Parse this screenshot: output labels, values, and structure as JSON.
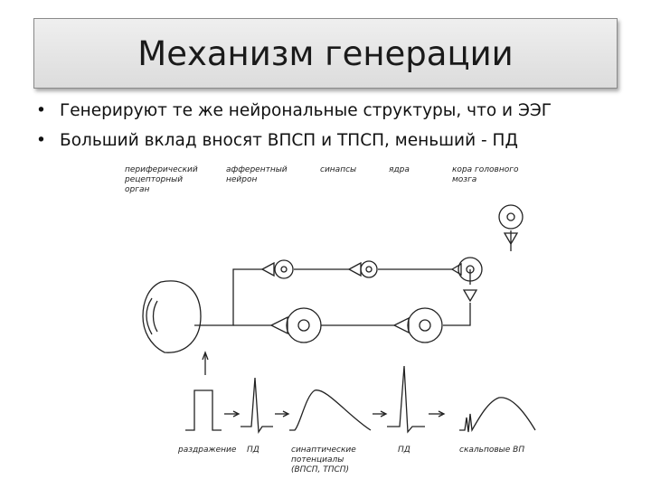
{
  "title": "Механизм генерации",
  "bullets": [
    "Генерируют те же нейрональные структуры, что и ЭЭГ",
    "Больший вклад вносят ВПСП и ТПСП, меньший - ПД"
  ],
  "diagram": {
    "top_labels": {
      "receptor": [
        "периферический",
        "рецепторный",
        "орган"
      ],
      "afferent": [
        "афферентный",
        "нейрон"
      ],
      "synapses": [
        "синапсы"
      ],
      "nuclei": [
        "ядра"
      ],
      "cortex": [
        "кора головного",
        "мозга"
      ]
    },
    "bottom_labels": {
      "stimulus": [
        "раздражение"
      ],
      "ap1": [
        "ПД"
      ],
      "psp": [
        "синаптические",
        "потенциалы",
        "(ВПСП, ТПСП)"
      ],
      "ap2": [
        "ПД"
      ],
      "scalp": [
        "скальповые ВП"
      ]
    }
  }
}
